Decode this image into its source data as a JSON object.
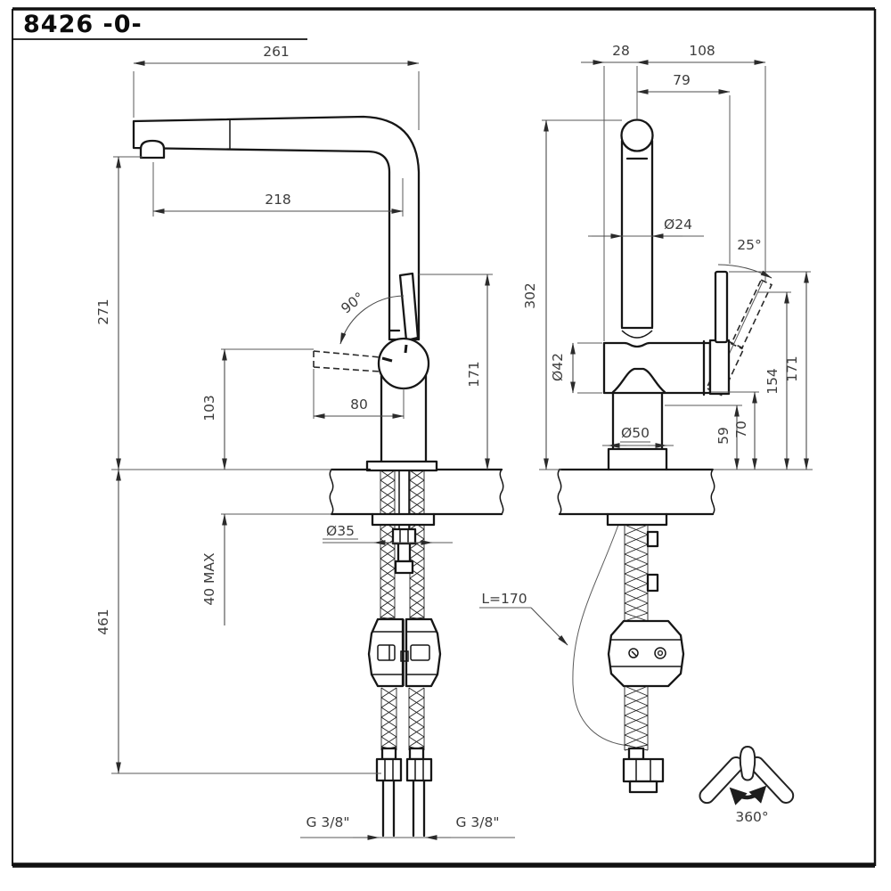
{
  "title": "8426 -0-",
  "side_view": {
    "dim_overall_reach": "261",
    "dim_spout_reach": "218",
    "dim_spout_height": "271",
    "dim_handle_height": "103",
    "dim_handle_arc": "90°",
    "dim_handle_proj": "80",
    "dim_outlet_height": "171",
    "dim_below_deck": "461",
    "dim_deck_thickness": "40 MAX",
    "dim_hole_dia": "Ø35",
    "conn_left": "G 3/8\"",
    "conn_right": "G 3/8\""
  },
  "front_view": {
    "dim_back_offset": "28",
    "dim_front_offset": "108",
    "dim_handle_offset": "79",
    "dim_total_height": "302",
    "dim_spout_dia": "Ø24",
    "dim_handle_arc": "25°",
    "dim_body_dia": "Ø42",
    "dim_base_dia": "Ø50",
    "dim_body_clearance": "59",
    "dim_handle_clearance": "70",
    "dim_handle_tilted_height": "154",
    "dim_handle_top_height": "171",
    "hose_length": "L=170"
  },
  "swivel": {
    "label": "360°"
  }
}
